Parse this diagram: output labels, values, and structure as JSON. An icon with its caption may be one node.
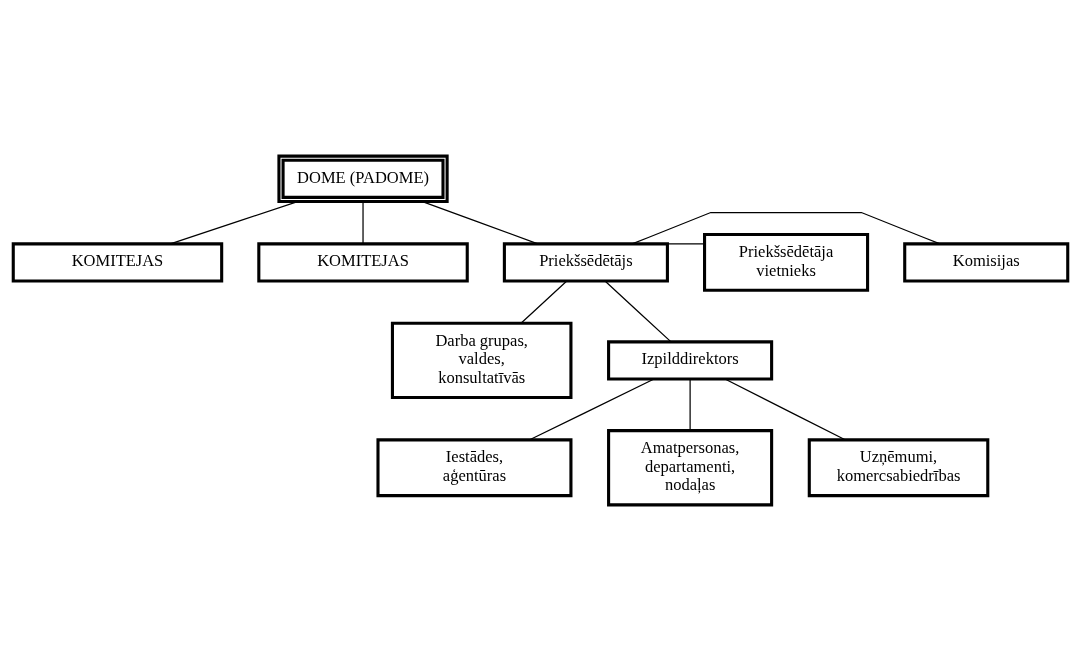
{
  "diagram": {
    "nodes": [
      {
        "text": [
          "DOME (PADOME)"
        ]
      },
      {
        "text": [
          "KOMITEJAS"
        ]
      },
      {
        "text": [
          "KOMITEJAS"
        ]
      },
      {
        "text": [
          "Komisijas"
        ]
      },
      {
        "text": [
          "Priekšsēdētājs"
        ]
      },
      {
        "text": [
          "Priekšsēdētāja vietnieks"
        ]
      },
      {
        "text": [
          "Darba grupas, valdes, konsultatīvās"
        ]
      },
      {
        "text": [
          "Izpilddirektors"
        ]
      },
      {
        "text": [
          "Iestādes, aģentūras"
        ]
      },
      {
        "text": [
          "Amatpersonas, departamenti, nodaļas"
        ]
      },
      {
        "text": [
          "Uzņēmumi, komercsabiedrības"
        ]
      }
    ],
    "edges": [
      {
        "from": 0,
        "to": 1,
        "arrow": "none"
      },
      {
        "from": 0,
        "to": 2,
        "arrow": "none"
      },
      {
        "from": 0,
        "to": 4,
        "arrow": "none"
      },
      {
        "from": 4,
        "to": 3,
        "arrow": "none"
      },
      {
        "from": 4,
        "to": 6,
        "arrow": "none"
      },
      {
        "from": 4,
        "to": 5,
        "arrow": "none"
      },
      {
        "from": 4,
        "to": 7,
        "arrow": "none"
      },
      {
        "from": 7,
        "to": 8,
        "arrow": "none"
      },
      {
        "from": 7,
        "to": 9,
        "arrow": "none"
      },
      {
        "from": 7,
        "to": 10,
        "arrow": "none"
      }
    ]
  }
}
